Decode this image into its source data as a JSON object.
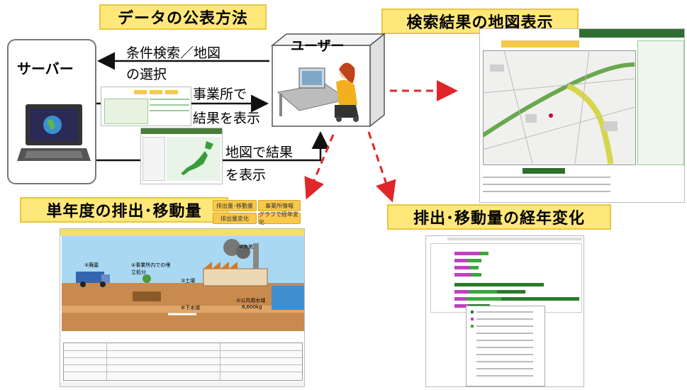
{
  "titles": {
    "main": "データの公表方法",
    "map_result": "検索結果の地図表示",
    "single_year": "単年度の排出･移動量",
    "yearly_change": "排出･移動量の経年変化"
  },
  "server": {
    "label": "サーバー"
  },
  "user": {
    "label": "ユーザー"
  },
  "flows": {
    "search_line1": "条件検索／地図",
    "search_line2": "の選択",
    "office_line1": "事業所で",
    "office_line2": "結果を表示",
    "map_line1": "地図で結果",
    "map_line2": "を表示"
  },
  "single_year_buttons": [
    "排出量･移動量",
    "事業所情報",
    "排出量変化",
    "グラフで経年変化"
  ],
  "illustration_labels": {
    "air": "①大気",
    "public_water": "②公共用水域",
    "landfill": "④事業所内での埋立処分",
    "waste": "⑤廃棄",
    "soil": "③土壌",
    "sewer": "⑥下水道",
    "water_amount": "8,600kg"
  },
  "colors": {
    "title_bg": "#ffe87a",
    "arrow_black": "#111111",
    "arrow_red": "#e0262a"
  }
}
